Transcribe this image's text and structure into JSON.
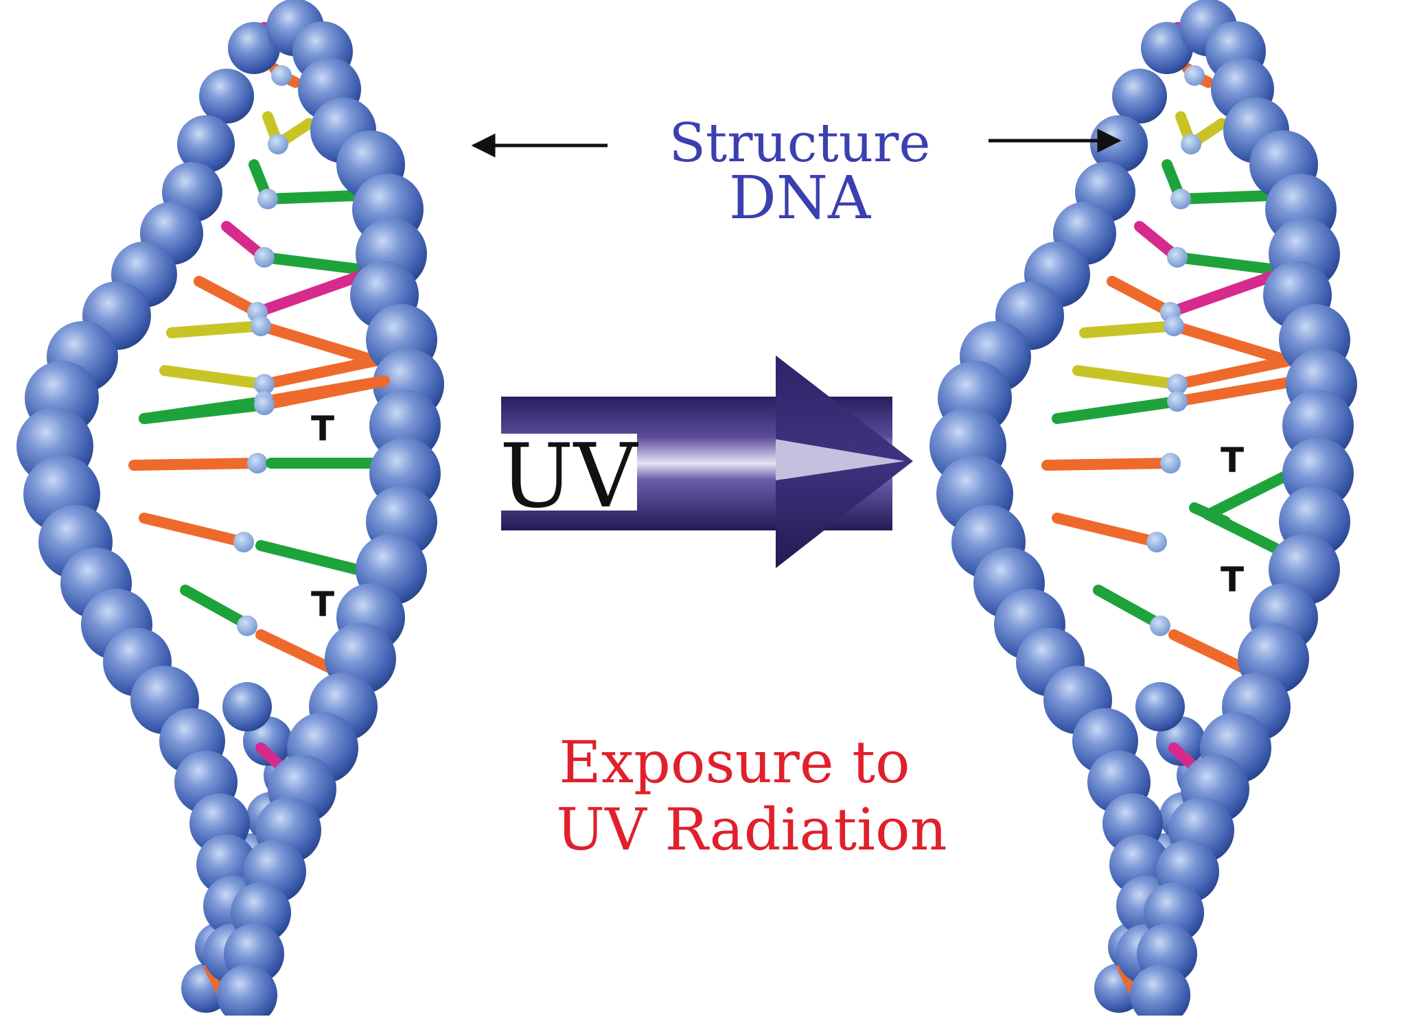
{
  "labels": {
    "structure": "Structure",
    "dna": "DNA",
    "uv_arrow_text": "UV",
    "exposure_line1": "Exposure to",
    "exposure_line2": "UV Radiation",
    "thymine": "T"
  },
  "colors": {
    "structure_text": "#3b3fb0",
    "exposure_text": "#e0202a",
    "backbone_bead": "#3f5fb0",
    "uv_arrow": "#2c2270",
    "base_orange": "#ee6a2c",
    "base_green": "#1ea33b",
    "base_magenta": "#d62a8c",
    "base_yellow": "#c9c426",
    "thymine_label": "#111111"
  },
  "helices": [
    {
      "name": "helix-before-uv",
      "thymine_state": "paired"
    },
    {
      "name": "helix-after-uv",
      "thymine_state": "dimer"
    }
  ]
}
